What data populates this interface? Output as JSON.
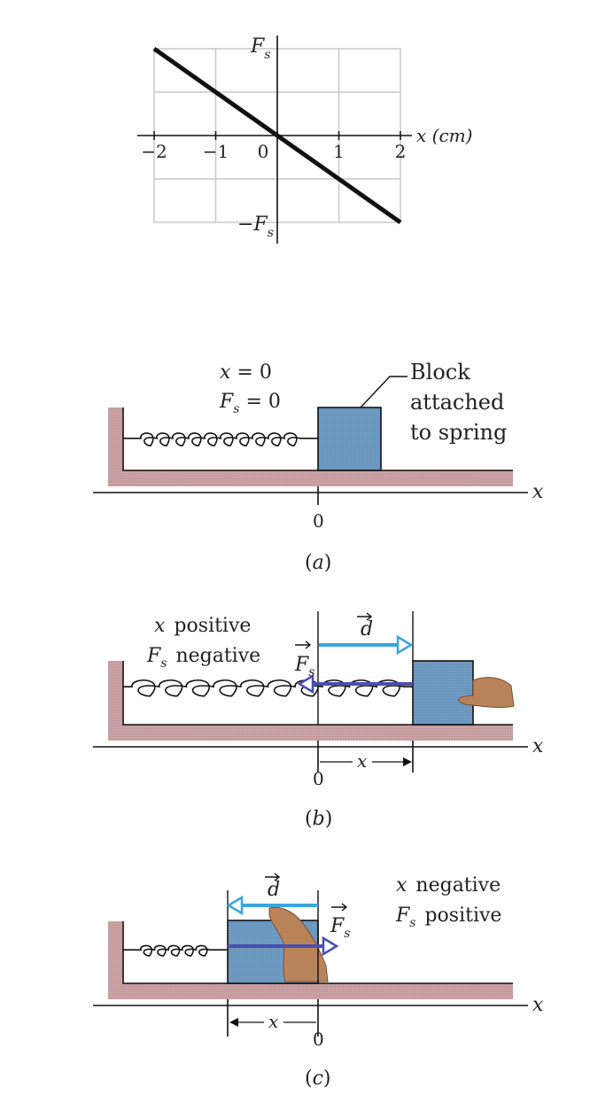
{
  "chart_data": {
    "type": "line",
    "x": [
      -2,
      -1,
      0,
      1,
      2
    ],
    "series": [
      {
        "values": [
          1,
          0.5,
          0,
          -0.5,
          -1
        ]
      }
    ],
    "xlabel": "x (cm)",
    "ylabel": "F",
    "xticks": [
      "−2",
      "−1",
      "0",
      "1",
      "2"
    ],
    "ytick_top": "F",
    "ytick_bottom": "−F",
    "subscript": "s",
    "xlim": [
      -2,
      2
    ],
    "ylim": [
      -1,
      1
    ],
    "grid": true,
    "line_color": "#111111"
  },
  "colors": {
    "wall": "#c9a0a3",
    "block": "#6e9ac2",
    "arrow_d": "#3aa6dc",
    "arrow_f": "#4a4fb0",
    "hand": "#b9835a"
  },
  "panel_a": {
    "eq_x": "x = 0",
    "eq_f_main": "F",
    "eq_f_sub": "s",
    "eq_f_rest": " = 0",
    "block_label_1": "Block",
    "block_label_2": "attached",
    "block_label_3": "to spring",
    "axis_label": "x",
    "zero": "0",
    "caption_open": "(",
    "caption_letter": "a",
    "caption_close": ")"
  },
  "panel_b": {
    "line1_var": "x",
    "line1_word": "positive",
    "line2_var": "F",
    "line2_sub": "s",
    "line2_word": "negative",
    "d_label": "d",
    "f_label": "F",
    "f_sub": "s",
    "axis_label": "x",
    "disp_label": "x",
    "zero": "0",
    "caption_open": "(",
    "caption_letter": "b",
    "caption_close": ")"
  },
  "panel_c": {
    "line1_var": "x",
    "line1_word": "negative",
    "line2_var": "F",
    "line2_sub": "s",
    "line2_word": "positive",
    "d_label": "d",
    "f_label": "F",
    "f_sub": "s",
    "axis_label": "x",
    "disp_label": "x",
    "zero": "0",
    "caption_open": "(",
    "caption_letter": "c",
    "caption_close": ")"
  }
}
